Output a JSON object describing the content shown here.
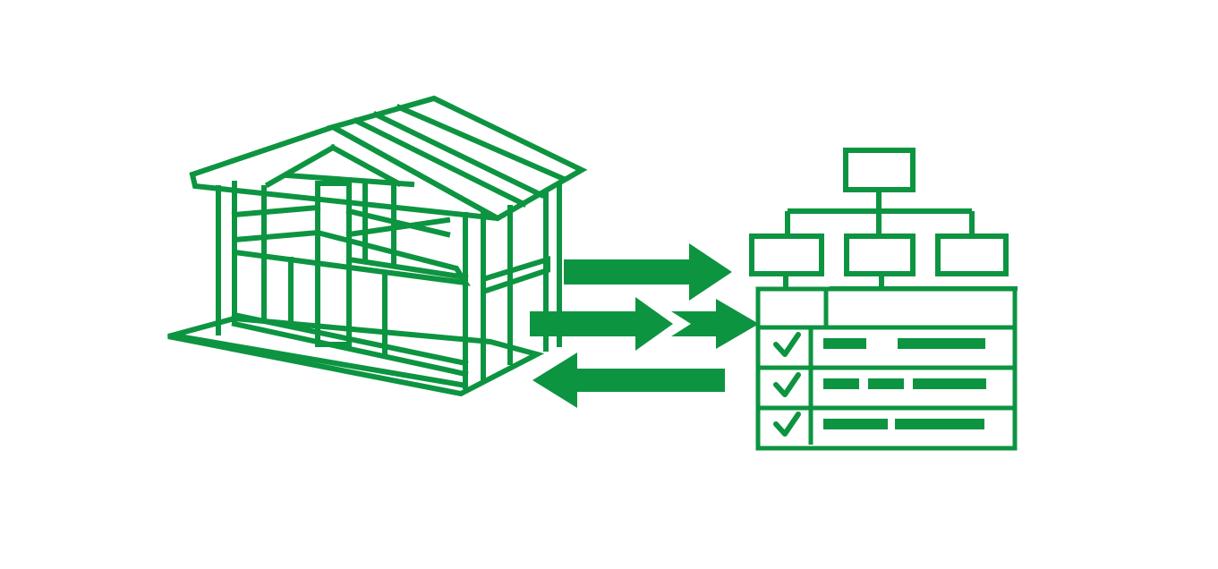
{
  "colors": {
    "accent": "#0d9441",
    "background": "#ffffff"
  },
  "icons": {
    "building": "house-frame-icon",
    "hierarchy": "org-chart-icon",
    "checklist": "checklist-table-icon",
    "check": "check-icon"
  },
  "arrows": [
    {
      "name": "arrow-right-top",
      "direction": "right"
    },
    {
      "name": "arrow-right-middle-left",
      "direction": "right"
    },
    {
      "name": "arrow-right-middle-right",
      "direction": "right"
    },
    {
      "name": "arrow-left-bottom",
      "direction": "left"
    }
  ],
  "checklist": {
    "rows": 3,
    "checked": [
      true,
      true,
      true
    ]
  }
}
